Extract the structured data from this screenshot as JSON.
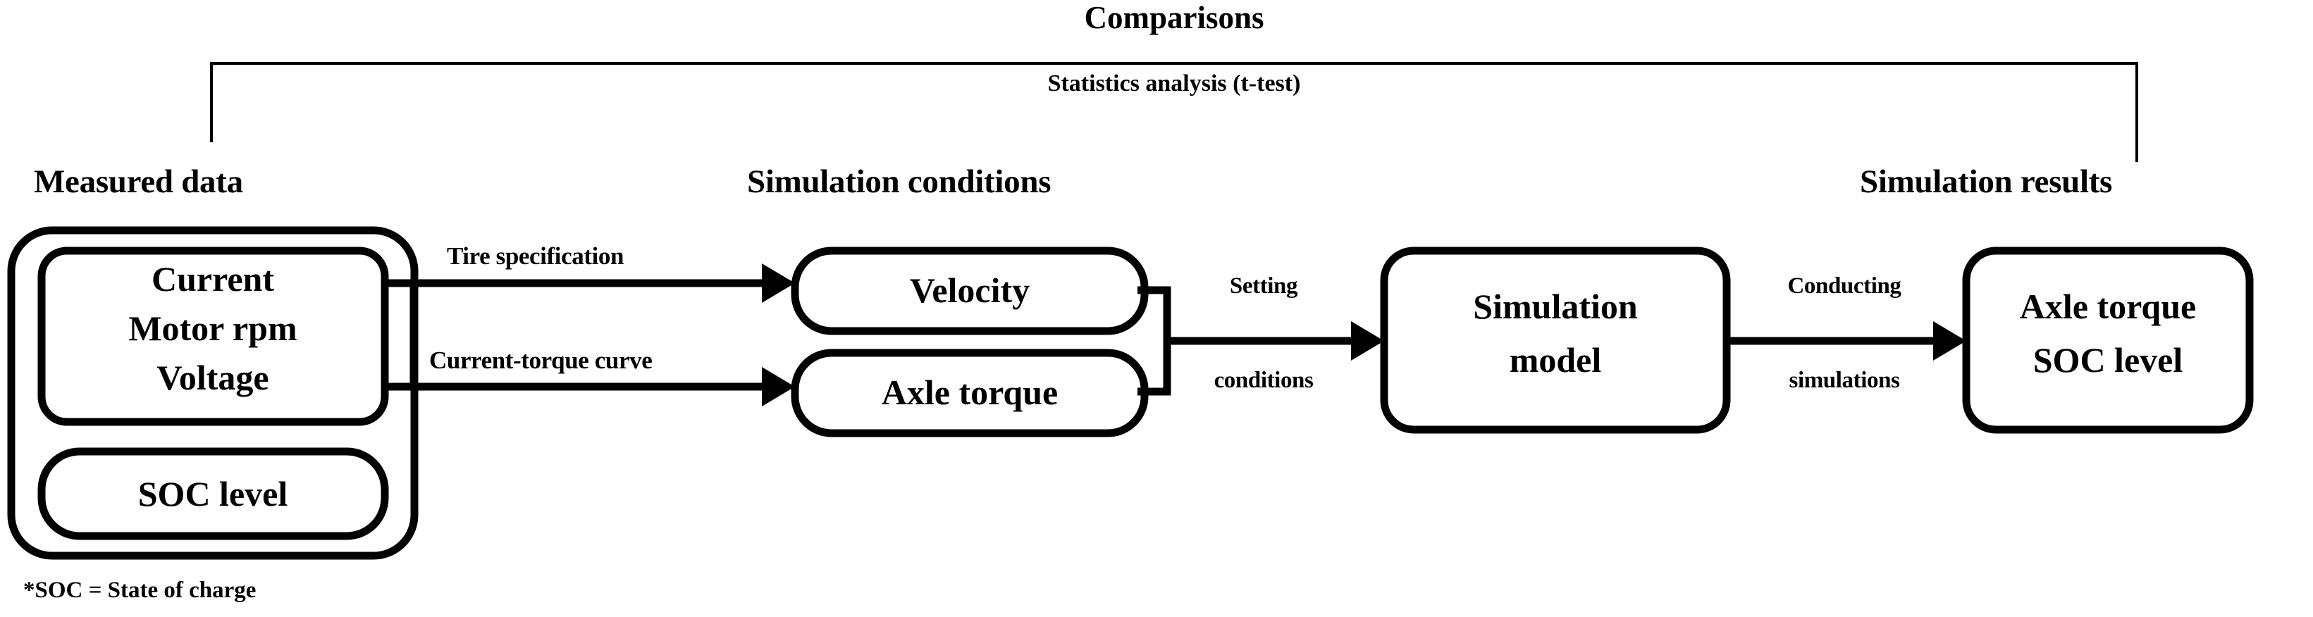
{
  "diagram": {
    "title": "Comparisons",
    "subtitle": "Statistics analysis (t-test)",
    "footnote": "*SOC = State of charge",
    "colors": {
      "stroke": "#000000",
      "fill": "#ffffff",
      "text": "#000000"
    },
    "groups": [
      {
        "id": "measured-data",
        "title": "Measured data"
      },
      {
        "id": "simulation-conditions",
        "title": "Simulation conditions"
      },
      {
        "id": "simulation-results",
        "title": "Simulation results"
      }
    ],
    "nodes": [
      {
        "id": "measured-inputs",
        "lines": [
          "Current",
          "Motor rpm",
          "Voltage"
        ]
      },
      {
        "id": "measured-soc",
        "lines": [
          "SOC level"
        ]
      },
      {
        "id": "condition-velocity",
        "lines": [
          "Velocity"
        ]
      },
      {
        "id": "condition-axle-torque",
        "lines": [
          "Axle torque"
        ]
      },
      {
        "id": "simulation-model",
        "lines": [
          "Simulation",
          "model"
        ]
      },
      {
        "id": "results-output",
        "lines": [
          "Axle torque",
          "SOC level"
        ]
      }
    ],
    "edges": [
      {
        "id": "edge-tire-spec",
        "lines": [
          "Tire specification"
        ]
      },
      {
        "id": "edge-current-torque",
        "lines": [
          "Current-torque curve"
        ]
      },
      {
        "id": "edge-setting-conditions",
        "lines": [
          "Setting",
          "conditions"
        ]
      },
      {
        "id": "edge-conducting-simulations",
        "lines": [
          "Conducting",
          "simulations"
        ]
      }
    ]
  }
}
